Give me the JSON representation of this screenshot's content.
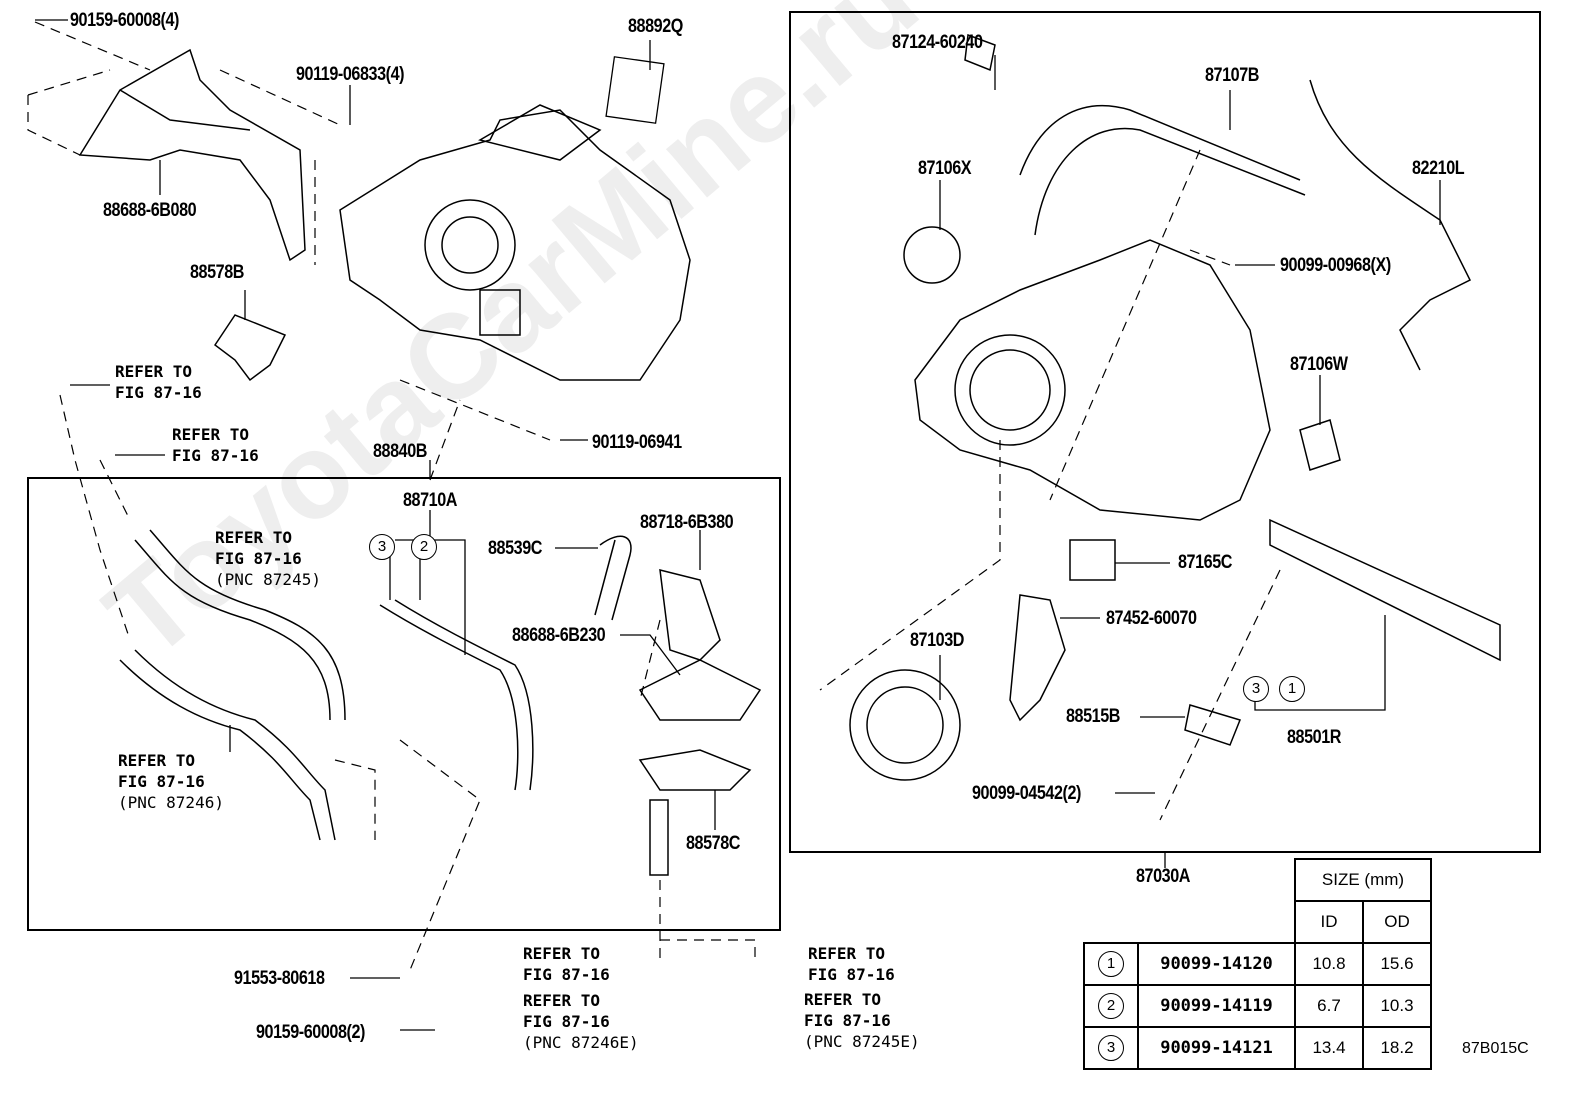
{
  "watermark": "ToyotaCarMine.ru",
  "labels": {
    "p90159_60008_4": "90159-60008(4)",
    "p90119_06833_4": "90119-06833(4)",
    "p88688_6B080": "88688-6B080",
    "p88892Q": "88892Q",
    "p88578B": "88578B",
    "p90119_06941": "90119-06941",
    "p88840B": "88840B",
    "p88710A": "88710A",
    "p88539C": "88539C",
    "p88718_6B380": "88718-6B380",
    "p88688_6B230": "88688-6B230",
    "p88578C": "88578C",
    "p91553_80618": "91553-80618",
    "p90159_60008_2": "90159-60008(2)",
    "p87124_60240": "87124-60240",
    "p87107B": "87107B",
    "p87106X": "87106X",
    "p82210L": "82210L",
    "p90099_00968_X": "90099-00968(X)",
    "p87106W": "87106W",
    "p87165C": "87165C",
    "p87452_60070": "87452-60070",
    "p87103D": "87103D",
    "p88515B": "88515B",
    "p88501R": "88501R",
    "p90099_04542_2": "90099-04542(2)",
    "p87030A": "87030A"
  },
  "refs": {
    "r1": {
      "line1": "REFER TO",
      "line2": "FIG 87-16"
    },
    "r2": {
      "line1": "REFER TO",
      "line2": "FIG 87-16"
    },
    "r3": {
      "line1": "REFER TO",
      "line2": "FIG 87-16",
      "pnc": "(PNC 87245)"
    },
    "r4": {
      "line1": "REFER TO",
      "line2": "FIG 87-16",
      "pnc": "(PNC 87246)"
    },
    "r5": {
      "line1": "REFER TO",
      "line2": "FIG 87-16"
    },
    "r6": {
      "line1": "REFER TO",
      "line2": "FIG 87-16",
      "pnc": "(PNC 87246E)"
    },
    "r7": {
      "line1": "REFER TO",
      "line2": "FIG 87-16"
    },
    "r8": {
      "line1": "REFER TO",
      "line2": "FIG 87-16",
      "pnc": "(PNC 87245E)"
    }
  },
  "callouts": {
    "c3a": "3",
    "c2a": "2",
    "c3b": "3",
    "c1b": "1"
  },
  "size_table": {
    "header": "SIZE (mm)",
    "col_id": "ID",
    "col_od": "OD",
    "rows": [
      {
        "num": "1",
        "part": "90099-14120",
        "id": "10.8",
        "od": "15.6"
      },
      {
        "num": "2",
        "part": "90099-14119",
        "id": "6.7",
        "od": "10.3"
      },
      {
        "num": "3",
        "part": "90099-14121",
        "id": "13.4",
        "od": "18.2"
      }
    ]
  },
  "figure_code": "87B015C"
}
